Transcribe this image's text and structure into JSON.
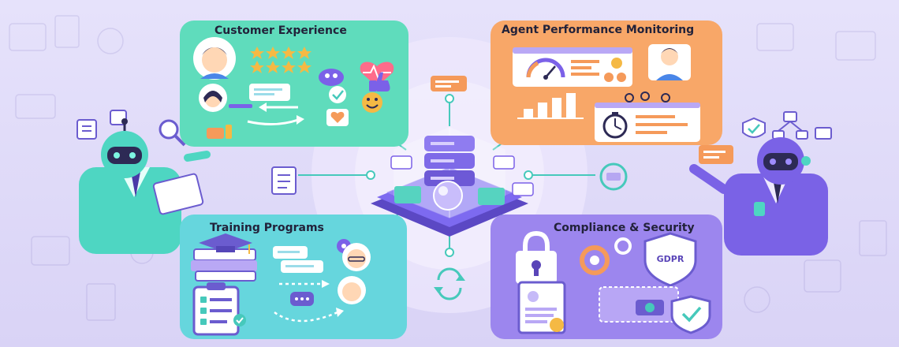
{
  "panels": {
    "customer_experience": {
      "title": "Customer Experience",
      "color": "#5fdcbc"
    },
    "agent_performance": {
      "title": "Agent Performance Monitoring",
      "color": "#f8a768"
    },
    "training_programs": {
      "title": "Training Programs",
      "color": "#66d6dd"
    },
    "compliance_security": {
      "title": "Compliance & Security",
      "color": "#9c86ee"
    }
  },
  "badges": {
    "gdpr": "GDPR"
  },
  "icons": [
    "heart-rate-icon",
    "thumbs-up-icon",
    "smiley-icon",
    "star-icon",
    "gauge-icon",
    "stopwatch-icon",
    "bar-chart-icon",
    "books-icon",
    "graduation-cap-icon",
    "clipboard-icon",
    "padlock-icon",
    "shield-icon",
    "certificate-icon",
    "gear-icon",
    "database-server-icon",
    "robot-icon",
    "magnifier-icon",
    "refresh-icon",
    "chat-bubble-icon"
  ],
  "colors": {
    "background": "#e2ddf9",
    "accent": "#7b61e8",
    "center_platform": "#6d59d6"
  }
}
